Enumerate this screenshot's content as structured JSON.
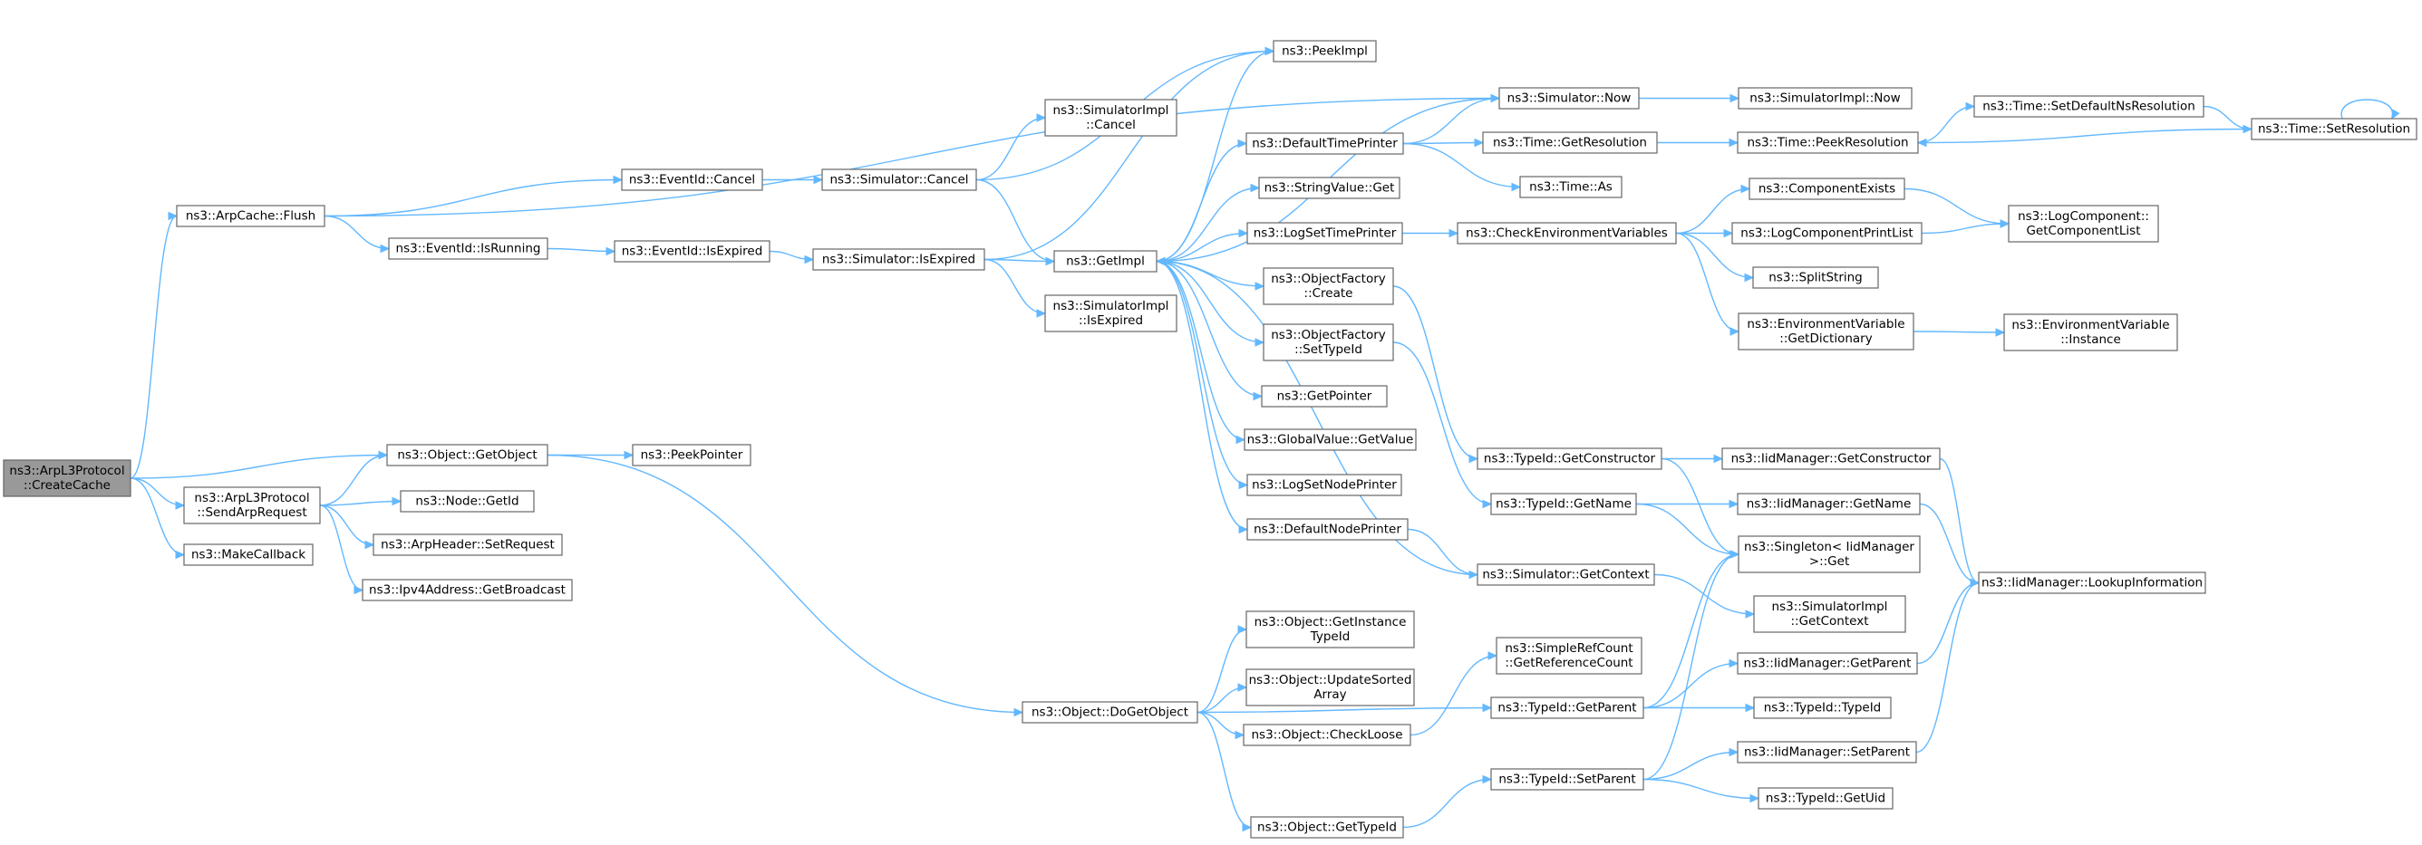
{
  "diagram": {
    "type": "call-graph",
    "colors": {
      "edge": "#63b8ff",
      "node_border": "#666666",
      "root_fill": "#999999",
      "node_fill": "#ffffff"
    },
    "nodes": [
      {
        "id": "createcache",
        "lines": [
          "ns3::ArpL3Protocol",
          "::CreateCache"
        ],
        "root": true
      },
      {
        "id": "arpcache-flush",
        "lines": [
          "ns3::ArpCache::Flush"
        ]
      },
      {
        "id": "object-getobject",
        "lines": [
          "ns3::Object::GetObject"
        ]
      },
      {
        "id": "sendarprequest",
        "lines": [
          "ns3::ArpL3Protocol",
          "::SendArpRequest"
        ]
      },
      {
        "id": "makecallback",
        "lines": [
          "ns3::MakeCallback"
        ]
      },
      {
        "id": "eventid-cancel",
        "lines": [
          "ns3::EventId::Cancel"
        ]
      },
      {
        "id": "eventid-isrunning",
        "lines": [
          "ns3::EventId::IsRunning"
        ]
      },
      {
        "id": "peekpointer",
        "lines": [
          "ns3::PeekPointer"
        ]
      },
      {
        "id": "node-getid",
        "lines": [
          "ns3::Node::GetId"
        ]
      },
      {
        "id": "arpheader-setrequest",
        "lines": [
          "ns3::ArpHeader::SetRequest"
        ]
      },
      {
        "id": "ipv4-getbroadcast",
        "lines": [
          "ns3::Ipv4Address::GetBroadcast"
        ]
      },
      {
        "id": "eventid-isexpired",
        "lines": [
          "ns3::EventId::IsExpired"
        ]
      },
      {
        "id": "simulator-cancel",
        "lines": [
          "ns3::Simulator::Cancel"
        ]
      },
      {
        "id": "simulator-isexpired",
        "lines": [
          "ns3::Simulator::IsExpired"
        ]
      },
      {
        "id": "simimpl-cancel",
        "lines": [
          "ns3::SimulatorImpl",
          "::Cancel"
        ]
      },
      {
        "id": "simimpl-isexpired",
        "lines": [
          "ns3::SimulatorImpl",
          "::IsExpired"
        ]
      },
      {
        "id": "object-dogetobject",
        "lines": [
          "ns3::Object::DoGetObject"
        ]
      },
      {
        "id": "getimpl",
        "lines": [
          "ns3::GetImpl"
        ]
      },
      {
        "id": "peekimpl",
        "lines": [
          "ns3::PeekImpl"
        ]
      },
      {
        "id": "defaulttimeprinter",
        "lines": [
          "ns3::DefaultTimePrinter"
        ]
      },
      {
        "id": "stringvalue-get",
        "lines": [
          "ns3::StringValue::Get"
        ]
      },
      {
        "id": "logsettimeprinter",
        "lines": [
          "ns3::LogSetTimePrinter"
        ]
      },
      {
        "id": "objectfactory-create",
        "lines": [
          "ns3::ObjectFactory",
          "::Create"
        ]
      },
      {
        "id": "objectfactory-settypeid",
        "lines": [
          "ns3::ObjectFactory",
          "::SetTypeId"
        ]
      },
      {
        "id": "getpointer",
        "lines": [
          "ns3::GetPointer"
        ]
      },
      {
        "id": "globalvalue-getvalue",
        "lines": [
          "ns3::GlobalValue::GetValue"
        ]
      },
      {
        "id": "logsetnodeprinter",
        "lines": [
          "ns3::LogSetNodePrinter"
        ]
      },
      {
        "id": "defaultnodeprinter",
        "lines": [
          "ns3::DefaultNodePrinter"
        ]
      },
      {
        "id": "object-getinstancetypeid",
        "lines": [
          "ns3::Object::GetInstance",
          "TypeId"
        ]
      },
      {
        "id": "object-updatesortedarray",
        "lines": [
          "ns3::Object::UpdateSorted",
          "Array"
        ]
      },
      {
        "id": "object-checkloose",
        "lines": [
          "ns3::Object::CheckLoose"
        ]
      },
      {
        "id": "object-gettypeid",
        "lines": [
          "ns3::Object::GetTypeId"
        ]
      },
      {
        "id": "simulator-now",
        "lines": [
          "ns3::Simulator::Now"
        ]
      },
      {
        "id": "time-getresolution",
        "lines": [
          "ns3::Time::GetResolution"
        ]
      },
      {
        "id": "time-as",
        "lines": [
          "ns3::Time::As"
        ]
      },
      {
        "id": "checkenvvars",
        "lines": [
          "ns3::CheckEnvironmentVariables"
        ]
      },
      {
        "id": "typeid-getconstructor",
        "lines": [
          "ns3::TypeId::GetConstructor"
        ]
      },
      {
        "id": "typeid-getname",
        "lines": [
          "ns3::TypeId::GetName"
        ]
      },
      {
        "id": "simulator-getcontext",
        "lines": [
          "ns3::Simulator::GetContext"
        ]
      },
      {
        "id": "simplerefcount",
        "lines": [
          "ns3::SimpleRefCount",
          "::GetReferenceCount"
        ]
      },
      {
        "id": "typeid-getparent",
        "lines": [
          "ns3::TypeId::GetParent"
        ]
      },
      {
        "id": "typeid-setparent",
        "lines": [
          "ns3::TypeId::SetParent"
        ]
      },
      {
        "id": "simimpl-now",
        "lines": [
          "ns3::SimulatorImpl::Now"
        ]
      },
      {
        "id": "time-peekresolution",
        "lines": [
          "ns3::Time::PeekResolution"
        ]
      },
      {
        "id": "componentexists",
        "lines": [
          "ns3::ComponentExists"
        ]
      },
      {
        "id": "logcomponentprintlist",
        "lines": [
          "ns3::LogComponentPrintList"
        ]
      },
      {
        "id": "splitstring",
        "lines": [
          "ns3::SplitString"
        ]
      },
      {
        "id": "envvar-getdictionary",
        "lines": [
          "ns3::EnvironmentVariable",
          "::GetDictionary"
        ]
      },
      {
        "id": "iid-getconstructor",
        "lines": [
          "ns3::IidManager::GetConstructor"
        ]
      },
      {
        "id": "iid-getname",
        "lines": [
          "ns3::IidManager::GetName"
        ]
      },
      {
        "id": "singleton-get",
        "lines": [
          "ns3::Singleton< IidManager",
          ">::Get"
        ]
      },
      {
        "id": "simimpl-getcontext",
        "lines": [
          "ns3::SimulatorImpl",
          "::GetContext"
        ]
      },
      {
        "id": "iid-getparent",
        "lines": [
          "ns3::IidManager::GetParent"
        ]
      },
      {
        "id": "typeid-typeid",
        "lines": [
          "ns3::TypeId::TypeId"
        ]
      },
      {
        "id": "iid-setparent",
        "lines": [
          "ns3::IidManager::SetParent"
        ]
      },
      {
        "id": "typeid-getuid",
        "lines": [
          "ns3::TypeId::GetUid"
        ]
      },
      {
        "id": "time-setdefaultnsres",
        "lines": [
          "ns3::Time::SetDefaultNsResolution"
        ]
      },
      {
        "id": "time-setresolution",
        "lines": [
          "ns3::Time::SetResolution"
        ]
      },
      {
        "id": "logcomponent-getlist",
        "lines": [
          "ns3::LogComponent::",
          "GetComponentList"
        ]
      },
      {
        "id": "envvar-instance",
        "lines": [
          "ns3::EnvironmentVariable",
          "::Instance"
        ]
      },
      {
        "id": "iid-lookupinfo",
        "lines": [
          "ns3::IidManager::LookupInformation"
        ]
      }
    ],
    "edges": [
      [
        "createcache",
        "arpcache-flush"
      ],
      [
        "createcache",
        "object-getobject"
      ],
      [
        "createcache",
        "sendarprequest"
      ],
      [
        "createcache",
        "makecallback"
      ],
      [
        "arpcache-flush",
        "eventid-cancel"
      ],
      [
        "arpcache-flush",
        "eventid-isrunning"
      ],
      [
        "arpcache-flush",
        "simulator-now"
      ],
      [
        "object-getobject",
        "peekpointer"
      ],
      [
        "object-getobject",
        "object-dogetobject"
      ],
      [
        "sendarprequest",
        "object-getobject"
      ],
      [
        "sendarprequest",
        "node-getid"
      ],
      [
        "sendarprequest",
        "arpheader-setrequest"
      ],
      [
        "sendarprequest",
        "ipv4-getbroadcast"
      ],
      [
        "eventid-cancel",
        "simulator-cancel"
      ],
      [
        "eventid-isrunning",
        "eventid-isexpired"
      ],
      [
        "eventid-isexpired",
        "simulator-isexpired"
      ],
      [
        "simulator-cancel",
        "simimpl-cancel"
      ],
      [
        "simulator-cancel",
        "getimpl"
      ],
      [
        "simulator-cancel",
        "peekimpl"
      ],
      [
        "simulator-isexpired",
        "getimpl"
      ],
      [
        "simulator-isexpired",
        "simimpl-isexpired"
      ],
      [
        "simulator-isexpired",
        "peekimpl"
      ],
      [
        "object-dogetobject",
        "object-getinstancetypeid"
      ],
      [
        "object-dogetobject",
        "object-updatesortedarray"
      ],
      [
        "object-dogetobject",
        "object-checkloose"
      ],
      [
        "object-dogetobject",
        "object-gettypeid"
      ],
      [
        "object-dogetobject",
        "typeid-getparent"
      ],
      [
        "getimpl",
        "peekimpl"
      ],
      [
        "getimpl",
        "defaulttimeprinter"
      ],
      [
        "getimpl",
        "stringvalue-get"
      ],
      [
        "getimpl",
        "logsettimeprinter"
      ],
      [
        "getimpl",
        "objectfactory-create"
      ],
      [
        "getimpl",
        "objectfactory-settypeid"
      ],
      [
        "getimpl",
        "getpointer"
      ],
      [
        "getimpl",
        "globalvalue-getvalue"
      ],
      [
        "getimpl",
        "logsetnodeprinter"
      ],
      [
        "getimpl",
        "defaultnodeprinter"
      ],
      [
        "simulator-now",
        "getimpl"
      ],
      [
        "simulator-now",
        "simimpl-now"
      ],
      [
        "simulator-getcontext",
        "getimpl"
      ],
      [
        "simulator-getcontext",
        "simimpl-getcontext"
      ],
      [
        "defaulttimeprinter",
        "simulator-now"
      ],
      [
        "defaulttimeprinter",
        "time-getresolution"
      ],
      [
        "defaulttimeprinter",
        "time-as"
      ],
      [
        "defaultnodeprinter",
        "simulator-getcontext"
      ],
      [
        "logsettimeprinter",
        "checkenvvars"
      ],
      [
        "objectfactory-create",
        "typeid-getconstructor"
      ],
      [
        "objectfactory-settypeid",
        "typeid-getname"
      ],
      [
        "object-checkloose",
        "simplerefcount"
      ],
      [
        "object-gettypeid",
        "typeid-setparent"
      ],
      [
        "time-getresolution",
        "time-peekresolution"
      ],
      [
        "checkenvvars",
        "componentexists"
      ],
      [
        "checkenvvars",
        "logcomponentprintlist"
      ],
      [
        "checkenvvars",
        "splitstring"
      ],
      [
        "checkenvvars",
        "envvar-getdictionary"
      ],
      [
        "typeid-getconstructor",
        "iid-getconstructor"
      ],
      [
        "typeid-getconstructor",
        "singleton-get"
      ],
      [
        "typeid-getname",
        "iid-getname"
      ],
      [
        "typeid-getname",
        "singleton-get"
      ],
      [
        "typeid-getparent",
        "iid-getparent"
      ],
      [
        "typeid-getparent",
        "typeid-typeid"
      ],
      [
        "typeid-getparent",
        "singleton-get"
      ],
      [
        "typeid-setparent",
        "iid-setparent"
      ],
      [
        "typeid-setparent",
        "typeid-getuid"
      ],
      [
        "typeid-setparent",
        "singleton-get"
      ],
      [
        "time-peekresolution",
        "time-setdefaultnsres"
      ],
      [
        "time-setdefaultnsres",
        "time-setresolution"
      ],
      [
        "time-setresolution",
        "time-peekresolution"
      ],
      [
        "time-setresolution",
        "time-setresolution"
      ],
      [
        "componentexists",
        "logcomponent-getlist"
      ],
      [
        "logcomponentprintlist",
        "logcomponent-getlist"
      ],
      [
        "envvar-getdictionary",
        "envvar-instance"
      ],
      [
        "iid-getconstructor",
        "iid-lookupinfo"
      ],
      [
        "iid-getname",
        "iid-lookupinfo"
      ],
      [
        "iid-getparent",
        "iid-lookupinfo"
      ],
      [
        "iid-setparent",
        "iid-lookupinfo"
      ]
    ]
  }
}
